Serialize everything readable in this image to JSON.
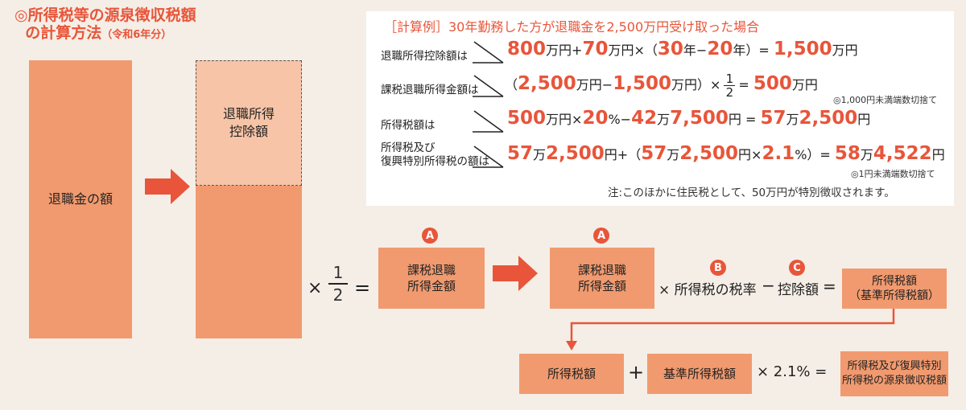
{
  "title": {
    "line1": "◎所得税等の源泉徴収税額",
    "line2": "の計算方法",
    "line2_sub": "（令和6年分）"
  },
  "left": {
    "retirement_amount": "退職金の額",
    "deduction_line1": "退職所得",
    "deduction_line2": "控除額"
  },
  "formula": {
    "times": "×",
    "half_num": "1",
    "half_den": "2",
    "equals": "=",
    "box_a1_line1": "課税退職",
    "box_a1_line2": "所得金額",
    "box_a2_line1": "課税退職",
    "box_a2_line2": "所得金額",
    "badge_a": "A",
    "badge_b": "B",
    "badge_c": "C",
    "tax_rate_text": "× 所得税の税率",
    "minus": "−",
    "deduction_text": "控除額",
    "equals2": "=",
    "result_line1": "所得税額",
    "result_line2": "（基準所得税額）",
    "income_tax": "所得税額",
    "plus": "+",
    "base_tax": "基準所得税額",
    "times_rate": "× 2.1% =",
    "final_line1": "所得税及び復興特別",
    "final_line2": "所得税の源泉徴収税額"
  },
  "example": {
    "header": "［計算例］30年勤務した方が退職金を2,500万円受け取った場合",
    "row1_label": "退職所得控除額は",
    "row2_label": "課税退職所得金額は",
    "row3_label": "所得税額は",
    "row4_label1": "所得税及び",
    "row4_label2": "復興特別所得税の額は",
    "r1": [
      "800",
      "万円+",
      "70",
      "万円×（",
      "30",
      "年−",
      "20",
      "年）= ",
      "1,500",
      "万円"
    ],
    "r2": [
      "（",
      "2,500",
      "万円−",
      "1,500",
      "万円）×"
    ],
    "r2_frac_num": "1",
    "r2_frac_den": "2",
    "r2_tail": [
      "= ",
      "500",
      "万円"
    ],
    "r2_note": "◎1,000円未満端数切捨て",
    "r3": [
      "500",
      "万円×",
      "20",
      "%−",
      "42",
      "万",
      "7,500",
      "円 = ",
      "57",
      "万",
      "2,500",
      "円"
    ],
    "r4": [
      "57",
      "万",
      "2,500",
      "円+（",
      "57",
      "万",
      "2,500",
      "円×",
      "2.1",
      "%）= ",
      "58",
      "万",
      "4,522",
      "円"
    ],
    "r4_note": "◎1円未満端数切捨て",
    "footnote": "注:このほかに住民税として、50万円が特別徴収されます。"
  },
  "colors": {
    "accent": "#e8553a",
    "box": "#f19a6f",
    "box_light": "#f7c4a7",
    "background": "#f5eee6"
  }
}
